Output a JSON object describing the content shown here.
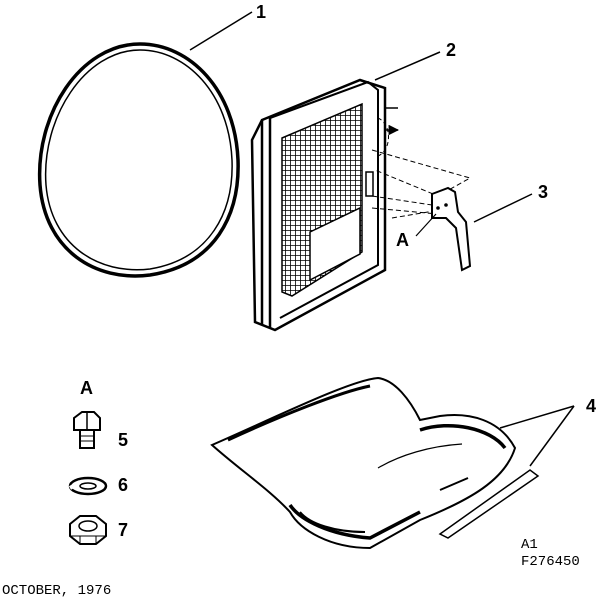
{
  "callouts": {
    "belt": "1",
    "filter": "2",
    "bracket": "3",
    "liner": "4",
    "bolt": "5",
    "washer": "6",
    "nut": "7",
    "detail_a_near_filter": "A",
    "hardware_group": "A"
  },
  "footer": {
    "sheet": "A1",
    "drawing_number": "F276450",
    "date": "OCTOBER, 1976"
  },
  "colors": {
    "ink": "#000000",
    "paper": "#ffffff"
  }
}
